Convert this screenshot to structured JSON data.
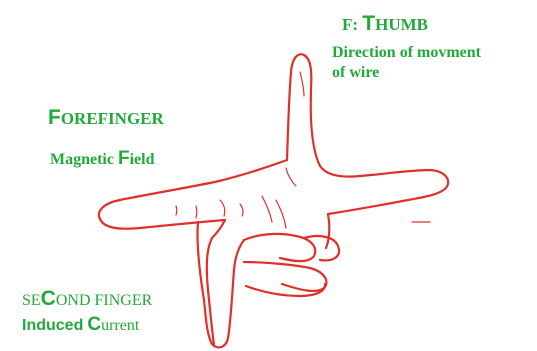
{
  "colors": {
    "label": "#22a93a",
    "hand_outline": "#e0302a"
  },
  "thumb": {
    "prefix": "F: ",
    "initial": "T",
    "rest": "HUMB",
    "desc_line1": "Direction of movment",
    "desc_line2": "of wire"
  },
  "forefinger": {
    "initial": "F",
    "rest": "OREFINGER",
    "desc_pre": "Magnetic ",
    "desc_initial": "F",
    "desc_rest": "ield"
  },
  "second_finger": {
    "pre": "SE",
    "initial": "C",
    "rest": "OND FINGER",
    "desc_word": "Induced",
    "desc_initial": "C",
    "desc_rest": "urrent"
  }
}
